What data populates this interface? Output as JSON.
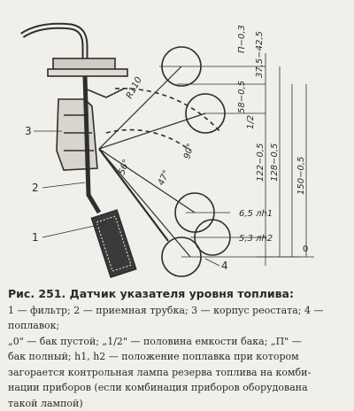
{
  "figure": {
    "callouts": {
      "n1": "1",
      "n2": "2",
      "n3": "3",
      "n4": "4"
    },
    "dimensions": {
      "p": "П−0,3",
      "h37": "37,5−42,5",
      "h58": "58−0,5",
      "half": "1/2",
      "h122": "122−0,5",
      "h128": "128−0,5",
      "h150": "150−0,5",
      "h1": "6,5 лh1",
      "h2": "5,3 лh2",
      "zero": "0",
      "r110": "R110",
      "a56": "56°",
      "a90": "90°",
      "a47": "47°"
    }
  },
  "caption": {
    "title": "Рис. 251. Датчик указателя уровня топлива:",
    "lines": [
      "1 — фильтр; 2 — приемная трубка; 3 — корпус реостата; 4 —",
      "поплавок;",
      "„0\" — бак пустой; „1/2\" — половина емкости бака; „П\" —",
      "бак полный; h1, h2 — положение поплавка при котором",
      "загорается контрольная лампа резерва топлива на комби-",
      "нации приборов (если комбинация приборов оборудована",
      "такой лампой)"
    ]
  }
}
